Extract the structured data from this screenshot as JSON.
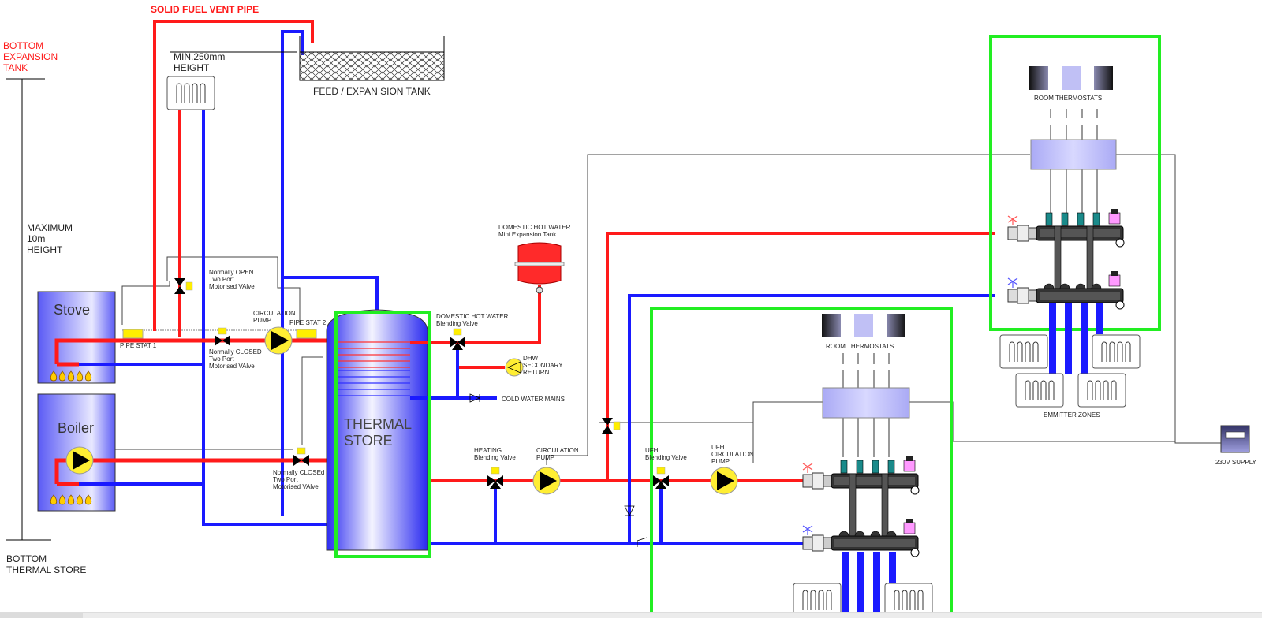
{
  "title": "Thermal Store Heating System Schematic",
  "labels": {
    "solid_fuel_vent": "SOLID FUEL VENT PIPE",
    "bottom_expansion_tank": "BOTTOM\nEXPANSION\nTANK",
    "min_height": "MIN.250mm\nHEIGHT",
    "feed_expansion_tank": "FEED / EXPAN SION TANK",
    "max_height": "MAXIMUM\n10m\nHEIGHT",
    "bottom_thermal_store": "BOTTOM\nTHERMAL STORE",
    "stove": "Stove",
    "boiler": "Boiler",
    "pipe_stat_1": "PIPE STAT 1",
    "pipe_stat_2": "PIPE STAT 2",
    "normally_open_valve": "Normally OPEN\nTwo Port\nMotorised VAlve",
    "normally_closed_valve_1": "Normally CLOSED\nTwo Port\nMotorised VAlve",
    "normally_closed_valve_2": "Normally CLOSEd\nTwo Port\nMotorised VAlve",
    "circulation_pump_1": "CIRCULATION\nPUMP",
    "thermal_store": "THERMAL\nSTORE",
    "dhw_expansion_tank": "DOMESTIC HOT WATER\nMini Expansion Tank",
    "dhw_blending_valve": "DOMESTIC HOT WATER\nBlending Valve",
    "dhw_secondary_return": "DHW\nSECONDARY\nRETURN",
    "cold_water_mains": "COLD WATER MAINS",
    "heating_blending_valve": "HEATING\nBlending Valve",
    "circulation_pump_2": "CIRCULATION\nPUMP",
    "ufh_blending_valve": "UFH\nBlending Valve",
    "ufh_circulation_pump": "UFH\nCIRCULATION\nPUMP",
    "room_thermostats_upper": "ROOM THERMOSTATS",
    "room_thermostats_lower": "ROOM THERMOSTATS",
    "emitter_zones": "EMMITTER ZONES",
    "supply_230v": "230V SUPPLY"
  },
  "colors": {
    "flow": "#ff1a1a",
    "return": "#1a1aff",
    "zone_highlight": "#22ee22",
    "control_wire": "#444444",
    "actuator": "#ffee00",
    "tank_blue": "#3a3af5"
  }
}
